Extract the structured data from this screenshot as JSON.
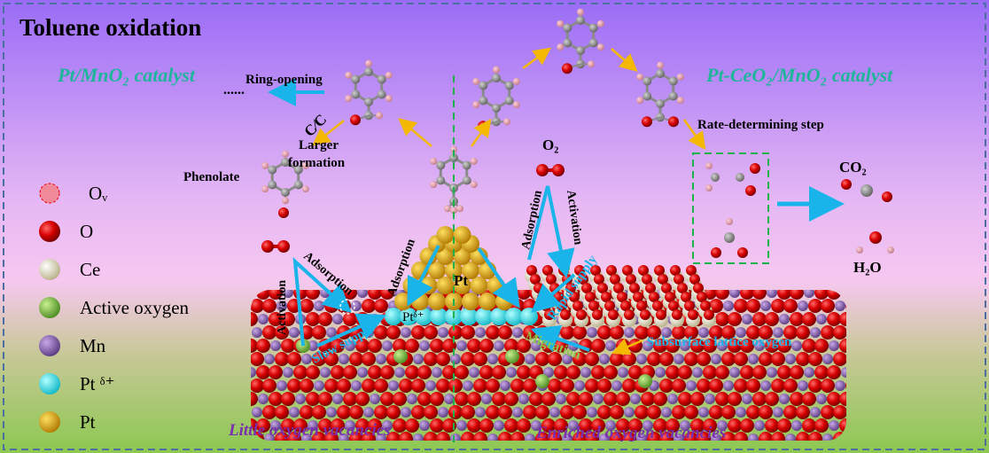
{
  "title": "Toluene oxidation",
  "catalysts": {
    "left": "Pt/MnO₂ catalyst",
    "right": "Pt-CeO₂/MnO₂ catalyst"
  },
  "reaction_labels": {
    "ring_opening": "Ring-opening",
    "dots": "......",
    "cc_break": "C∕C",
    "larger": "Larger",
    "formation": "formation",
    "phenolate": "Phenolate",
    "rate_step": "Rate-determining step",
    "o2": "O₂",
    "co2": "CO₂",
    "h2o": "H₂O"
  },
  "surface_labels": {
    "adsorption_left": "Adsorption",
    "activation_left": "Activation",
    "adsorption_pt": "Adsorption",
    "adsorption_right": "Adsorption",
    "activation_right": "Activation",
    "slow_supply": "Slow supply",
    "rapid_supply": "Rapid supply",
    "migration": "Migration",
    "subsurface": "Subsurface lattice oxygen",
    "pt": "Pt",
    "pt_delta": "Ptᵟ⁺"
  },
  "vacancies": {
    "left": "Little oxygen vacancies",
    "right": "Enriched oxygen vacancies"
  },
  "legend": [
    {
      "label": "Oᵥ",
      "color": "#f08a9a",
      "dashed": true
    },
    {
      "label": "O",
      "color": "#d00000"
    },
    {
      "label": "Ce",
      "color": "#ece8c8"
    },
    {
      "label": "Active oxygen",
      "color": "#8cc84b"
    },
    {
      "label": "Mn",
      "color": "#8a64b0"
    },
    {
      "label": "Pt ᵟ⁺",
      "color": "#22e0e8"
    },
    {
      "label": "Pt",
      "color": "#e8b000"
    }
  ],
  "colors": {
    "arrow_blue": "#19b4ea",
    "arrow_orange": "#f5b800",
    "divider_green": "#1cb34a",
    "border": "#4a6fa0"
  }
}
